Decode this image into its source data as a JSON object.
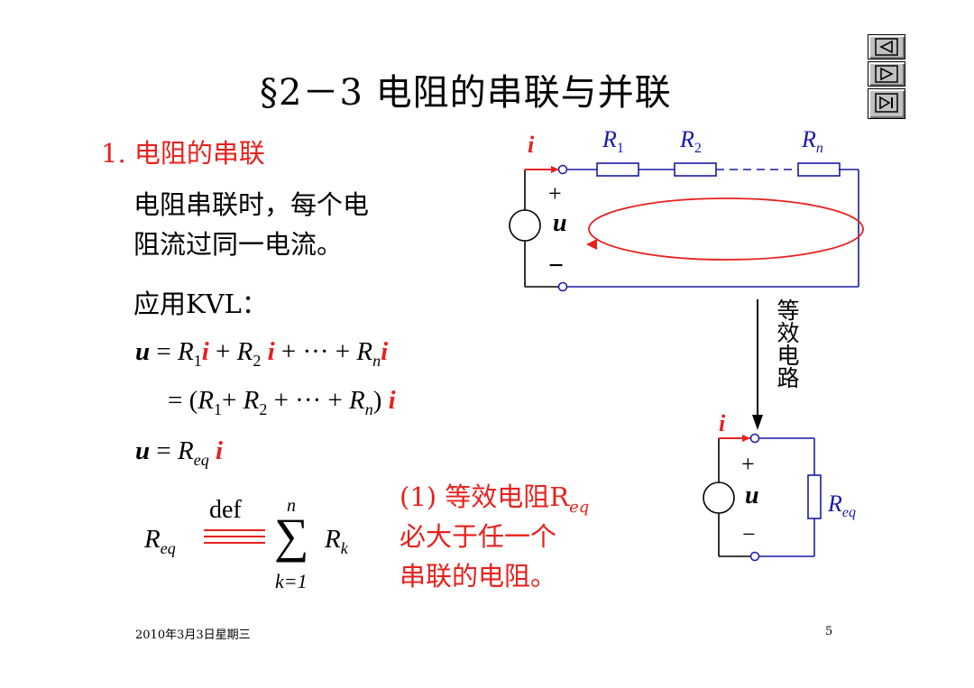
{
  "slide": {
    "title": "§2－3  电阻的串联与并联",
    "section_heading": "1. 电阻的串联",
    "description_line1": "电阻串联时，每个电",
    "description_line2": "阻流过同一电流。",
    "kvl_label": "应用KVL：",
    "note_line1": "(1) 等效电阻R",
    "note_line1_sub": "eq",
    "note_line2": "必大于任一个",
    "note_line3": "串联的电阻。"
  },
  "equations": {
    "eq1": {
      "u": "u",
      "eq": " = ",
      "R": "R",
      "i": "i",
      "plus": " + ",
      "dots": " + ··· + ",
      "sub1": "1",
      "sub2": "2",
      "subn": "n"
    },
    "eq2": {
      "open": "= (",
      "close": ")",
      "plus": "+ ",
      "dots": " + ··· + "
    },
    "eq3": {
      "lhs": "u",
      "eq": " = ",
      "R": "R",
      "sub": "eq",
      "i": "i"
    },
    "eq4": {
      "lhs": "R",
      "lhs_sub": "eq",
      "def": "def",
      "sum_top": "n",
      "sum_bottom": "k=1",
      "sum_symbol": "∑",
      "rhs": "R",
      "rhs_sub": "k"
    }
  },
  "circuit_series": {
    "current": "i",
    "r1": "R",
    "r1_sub": "1",
    "r2": "R",
    "r2_sub": "2",
    "rn": "R",
    "rn_sub": "n",
    "plus": "+",
    "source": "u",
    "minus": "−"
  },
  "equivalent_label": [
    "等",
    "效",
    "电",
    "路"
  ],
  "circuit_equivalent": {
    "current": "i",
    "plus": "+",
    "source": "u",
    "minus": "−",
    "req": "R",
    "req_sub": "eq"
  },
  "footer": {
    "date": "2010年3月3日星期三",
    "page": "5"
  },
  "nav": {
    "buttons": [
      "prev-icon",
      "next-icon",
      "last-icon"
    ]
  },
  "colors": {
    "accent_red": "#e8201c",
    "circuit_blue": "#1a1aa6",
    "nav_gray": "#c0c0c0"
  }
}
